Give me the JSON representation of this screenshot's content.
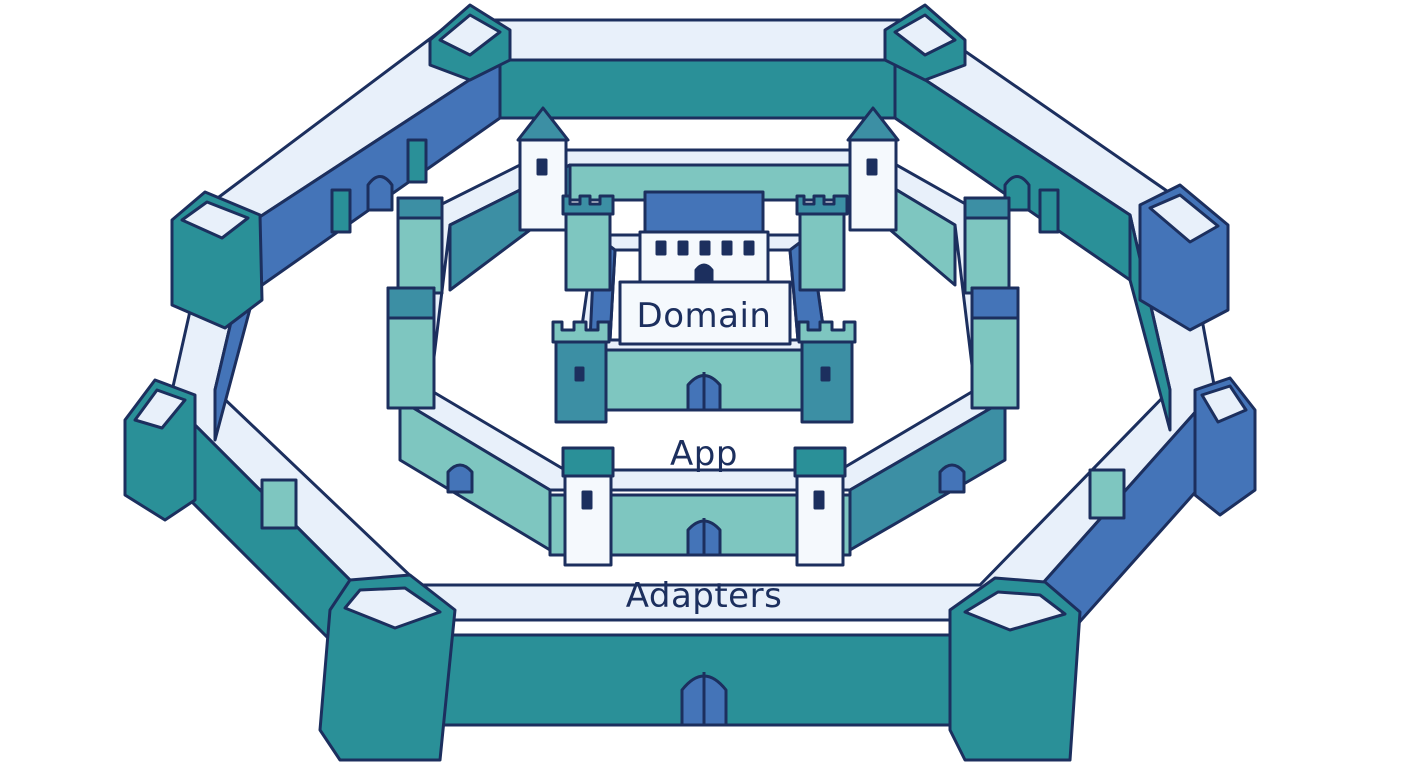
{
  "labels": {
    "domain": "Domain",
    "app": "App",
    "adapters": "Adapters"
  },
  "colors": {
    "outline": "#1c2f5e",
    "outer_teal": "#2a9098",
    "outer_blue": "#4474b8",
    "walk": "#e8f0fa",
    "middle_mint": "#7ec6c0",
    "middle_dark": "#3c8fa4",
    "inner_mint": "#7ec6c0",
    "tower_white": "#f5f9fd",
    "roof_blue": "#4474b8"
  }
}
